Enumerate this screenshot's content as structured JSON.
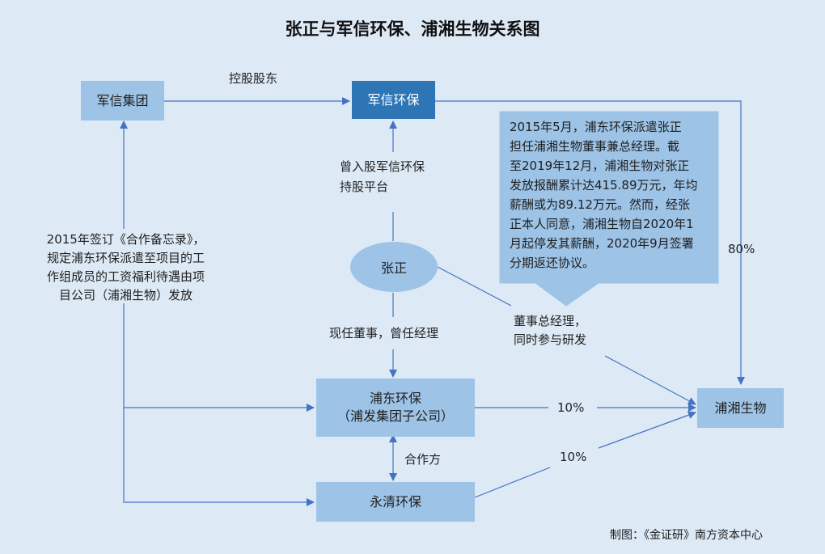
{
  "title": "张正与军信环保、浦湘生物关系图",
  "nodes": {
    "junxin_group": "军信集团",
    "junxin_env": "军信环保",
    "zhang_zheng": "张正",
    "pudong_env_line1": "浦东环保",
    "pudong_env_line2": "（浦发集团子公司）",
    "yongqing_env": "永清环保",
    "puxiang_bio": "浦湘生物"
  },
  "edge_labels": {
    "controlling_shareholder": "控股股东",
    "shareholding_platform_line1": "曾入股军信环保",
    "shareholding_platform_line2": "持股平台",
    "director_line": "现任董事，曾任经理",
    "gm_line1": "董事总经理，",
    "gm_line2": "同时参与研发",
    "partner": "合作方",
    "pct_junxin": "80%",
    "pct_pudong": "10%",
    "pct_yongqing": "10%"
  },
  "memo_note": [
    "2015年签订《合作备忘录》，",
    "规定浦东环保派遣至项目的工",
    "作组成员的工资福利待遇由项",
    "目公司（浦湘生物）发放"
  ],
  "callout": [
    "2015年5月，浦东环保派遣张正",
    "担任浦湘生物董事兼总经理。截",
    "至2019年12月，浦湘生物对张正",
    "发放报酬累计达415.89万元，年均",
    "薪酬或为89.12万元。然而，经张",
    "正本人同意，浦湘生物自2020年1",
    "月起停发其薪酬，2020年9月签署",
    "分期返还协议。"
  ],
  "credit": "制图：《金证研》南方资本中心",
  "colors": {
    "background": "#dde9f5",
    "node_fill": "#9dc3e6",
    "highlight_node": "#2e75b6",
    "connector": "#4472c4",
    "callout_fill": "#9dc3e6"
  }
}
